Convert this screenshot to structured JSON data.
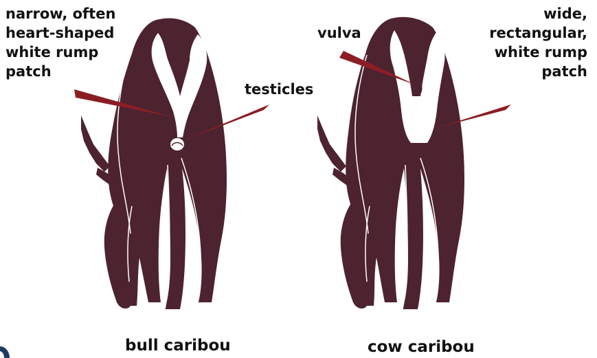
{
  "colors": {
    "body": "#4d2330",
    "white_patch": "#ffffff",
    "pointer": "#8b1e24",
    "outline": "#ffffff",
    "logo": "#1e3a5c"
  },
  "bull": {
    "rump_label": "narrow, often\nheart-shaped\nwhite rump\npatch",
    "testicles_label": "testicles",
    "caption": "bull caribou"
  },
  "cow": {
    "vulva_label": "vulva",
    "rump_label": "wide,\nrectangular,\nwhite rump\npatch",
    "caption": "cow caribou"
  }
}
